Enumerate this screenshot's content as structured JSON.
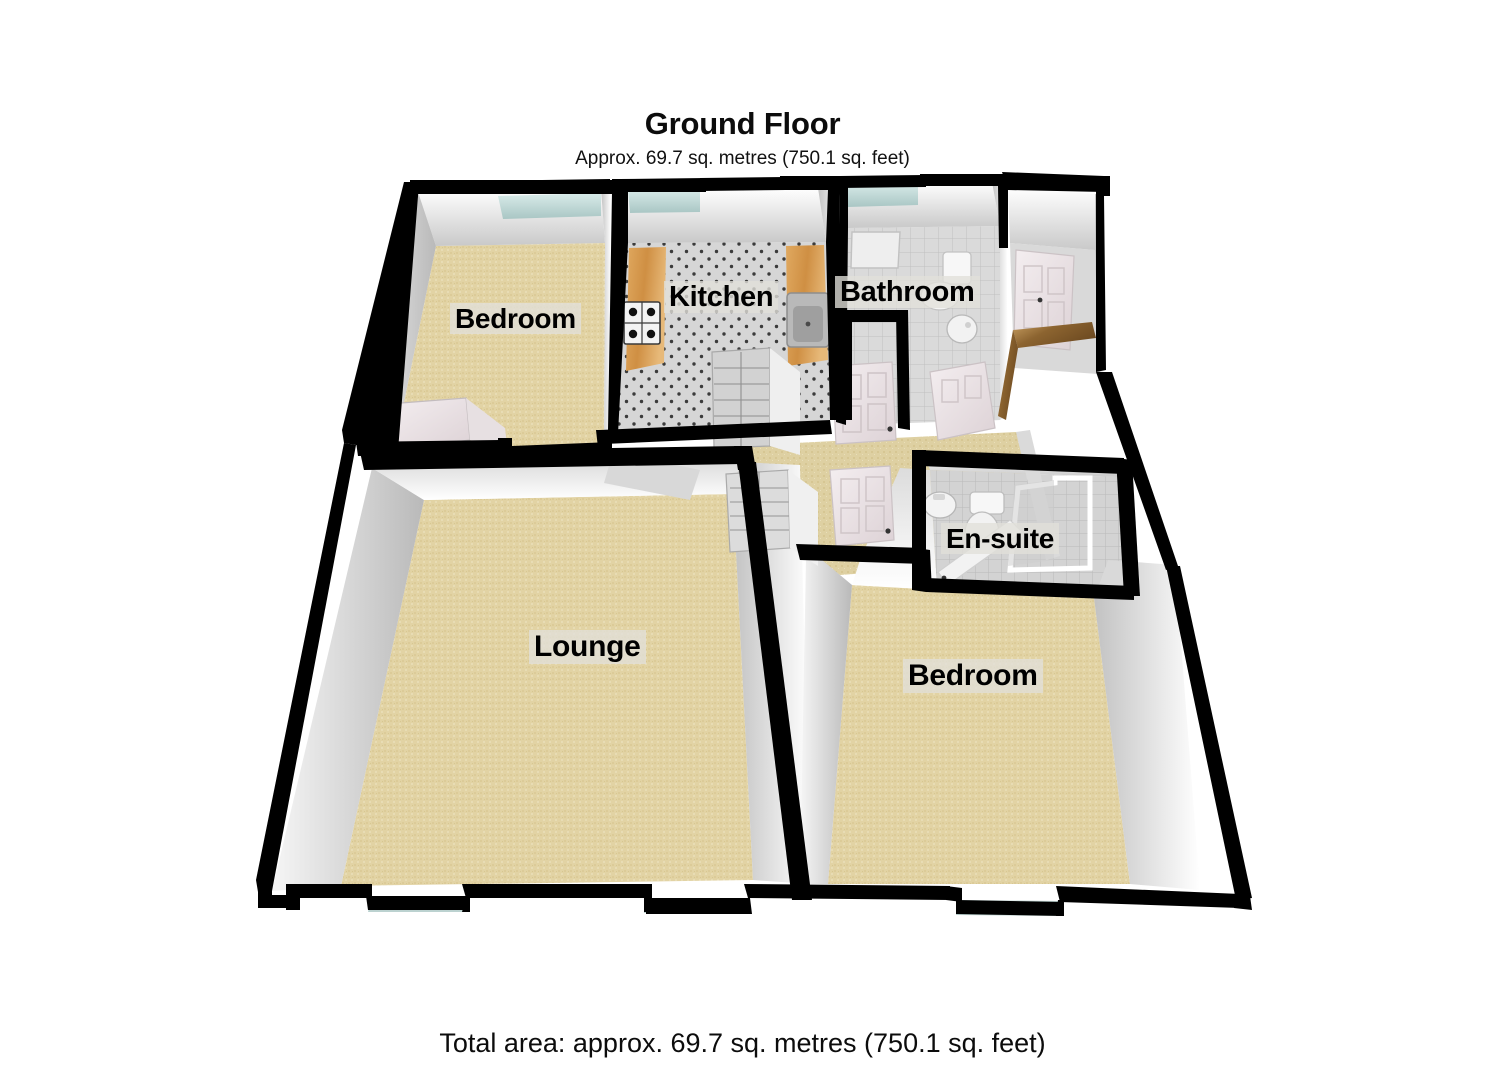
{
  "header": {
    "title": "Ground Floor",
    "subtitle": "Approx. 69.7 sq. metres (750.1 sq. feet)"
  },
  "footer": {
    "total_area": "Total area: approx. 69.7 sq. metres (750.1 sq. feet)"
  },
  "plan": {
    "type": "floor-plan-3d-isometric",
    "floor_name": "Ground Floor",
    "area_sq_metres": 69.7,
    "area_sq_feet": 750.1,
    "rooms": [
      {
        "id": "bedroom-1",
        "label": "Bedroom"
      },
      {
        "id": "kitchen",
        "label": "Kitchen"
      },
      {
        "id": "bathroom",
        "label": "Bathroom"
      },
      {
        "id": "en-suite",
        "label": "En-suite"
      },
      {
        "id": "lounge",
        "label": "Lounge"
      },
      {
        "id": "bedroom-2",
        "label": "Bedroom"
      }
    ]
  },
  "colors": {
    "wall_outline": "#000000",
    "wall_face_light": "#ffffff",
    "wall_face_shade": "#b8b8b8",
    "carpet": "#e2d3a4",
    "tile_floor": "#cfcfcf",
    "window_glass": "#cfe4e3",
    "counter_wood": "#d99a52",
    "door_panel": "#ece2e4",
    "wood_door": "#9c7540"
  }
}
